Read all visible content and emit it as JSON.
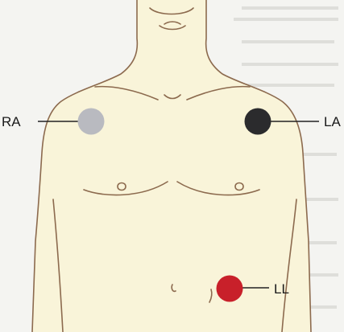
{
  "figure": {
    "colors": {
      "background": "#f4f4f1",
      "skin": "#f9f4d9",
      "outline": "#8c6a4e",
      "line": "#222222"
    },
    "electrodes": [
      {
        "id": "ra",
        "label": "RA",
        "color": "#b9bac0",
        "icon": "grey-electrode-dot"
      },
      {
        "id": "la",
        "label": "LA",
        "color": "#2b2b2d",
        "icon": "black-electrode-dot"
      },
      {
        "id": "ll",
        "label": "LL",
        "color": "#c8202a",
        "icon": "red-electrode-dot"
      }
    ]
  }
}
